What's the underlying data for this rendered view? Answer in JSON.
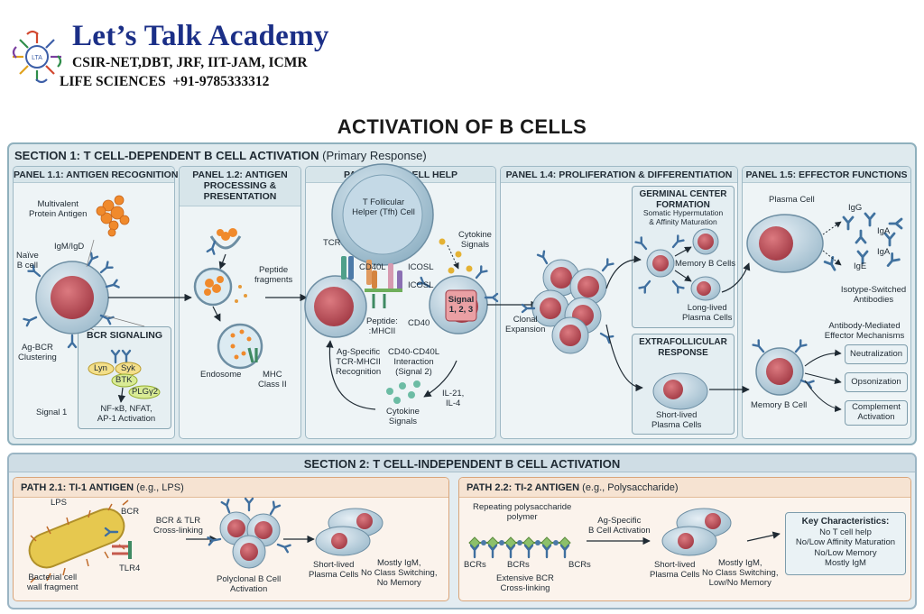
{
  "brand": {
    "title": "Let’s Talk Academy",
    "line1": "CSIR-NET,DBT, JRF, IIT-JAM, ICMR",
    "line2": "LIFE SCIENCES  +91-9785333312"
  },
  "main_title": "ACTIVATION OF B CELLS",
  "section1": {
    "title": "SECTION 1: T CELL-DEPENDENT B CELL ACTIVATION",
    "subtitle": "(Primary Response)",
    "panel1": {
      "header": "PANEL 1.1: ANTIGEN RECOGNITION",
      "antigen": "Multivalent\nProtein Antigen",
      "igm": "IgM/IgD",
      "naive": "Naïve\nB cell",
      "clustering": "Ag-BCR\nClustering",
      "signaling_title": "BCR SIGNALING",
      "lyn": "Lyn",
      "syk": "Syk",
      "btk": "BTK",
      "plcg2": "PLGγ2",
      "signal1": "Signal 1",
      "nfkb": "NF-κB, NFAT,\nAP-1 Activation"
    },
    "panel2": {
      "header": "PANEL 1.2: ANTIGEN\nPROCESSING &\nPRESENTATION",
      "peptide": "Peptide\nfragments",
      "endosome": "Endosome",
      "mhc": "MHC\nClass II"
    },
    "panel3": {
      "header": "PANEL 1.3: T CELL HELP",
      "tfh": "T Follicular\nHelper (Tfh) Cell",
      "tcr": "TCR",
      "cd40l": "CD40L",
      "icosl_top": "ICOSL",
      "icosl": "ICOSL",
      "cd40": "CD40",
      "peptide_mhc": "Peptide:\n:MHCII",
      "signal123": "Signal\n1, 2, 3",
      "cytokine_signals": "Cytokine\nSignals",
      "ag_specific": "Ag-Specific\nTCR-MHCII\nRecognition",
      "cd40_interaction": "CD40-CD40L\nInteraction\n(Signal 2)",
      "il": "IL-21,\nIL-4",
      "cytokine_bottom": "Cytokine\nSignals"
    },
    "panel4": {
      "header": "PANEL 1.4: PROLIFERATION & DIFFERENTIATION",
      "gc_title": "GERMINAL CENTER\nFORMATION",
      "gc_sub": "Somatic Hypermutation\n& Affinity Maturation",
      "memory": "Memory B Cells",
      "long_lived": "Long-lived\nPlasma Cells",
      "clonal": "Clonal\nExpansion",
      "extra_title": "EXTRAFOLLICULAR\nRESPONSE",
      "short_lived": "Short-lived\nPlasma Cells"
    },
    "panel5": {
      "header": "PANEL 1.5: EFFECTOR FUNCTIONS",
      "plasma": "Plasma Cell",
      "igg": "IgG",
      "iga1": "IgA",
      "iga2": "IgA",
      "ige": "IgE",
      "isotype": "Isotype-Switched\nAntibodies",
      "mechanisms": "Antibody-Mediated\nEffector Mechanisms",
      "neutralization": "Neutralization",
      "opsonization": "Opsonization",
      "complement": "Complement\nActivation",
      "memory_b": "Memory B Cell"
    }
  },
  "section2": {
    "title": "SECTION 2: T CELL-INDEPENDENT B CELL ACTIVATION",
    "path1": {
      "title": "PATH 2.1: TI-1 ANTIGEN",
      "title_note": "(e.g., LPS)",
      "lps": "LPS",
      "bcr": "BCR",
      "tlr4": "TLR4",
      "crosslink": "BCR & TLR\nCross-linking",
      "bacterial": "Bacterial cell\nwall fragment",
      "polyclonal": "Polyclonal B Cell\nActivation",
      "short_lived": "Short-lived\nPlasma Cells",
      "mostly": "Mostly IgM,\nNo Class Switching,\nNo Memory"
    },
    "path2": {
      "title": "PATH 2.2: TI-2 ANTIGEN",
      "title_note": "(e.g., Polysaccharide)",
      "repeating": "Repeating polysaccharide\npolymer",
      "ag_specific": "Ag-Specific\nB Cell Activation",
      "bcrs": "BCRs",
      "extensive": "Extensive BCR\nCross-linking",
      "short_lived": "Short-lived\nPlasma Cells",
      "mostly": "Mostly IgM,\nNo Class Switching,\nLow/No Memory",
      "key_title": "Key Characteristics:",
      "key_items": [
        "No T cell help",
        "No/Low Affinity Maturation",
        "No/Low Memory",
        "Mostly IgM"
      ]
    }
  },
  "colors": {
    "brand_blue": "#1b2f87",
    "nucleus": "#b94b55",
    "cytoplasm": "#c9dbe6",
    "antigen": "#f08a2c",
    "receptor": "#4c7aa8",
    "cytokine_green": "#5fb39a",
    "section_bg": "#dfeaee",
    "path_bg": "#fbf3ec"
  }
}
